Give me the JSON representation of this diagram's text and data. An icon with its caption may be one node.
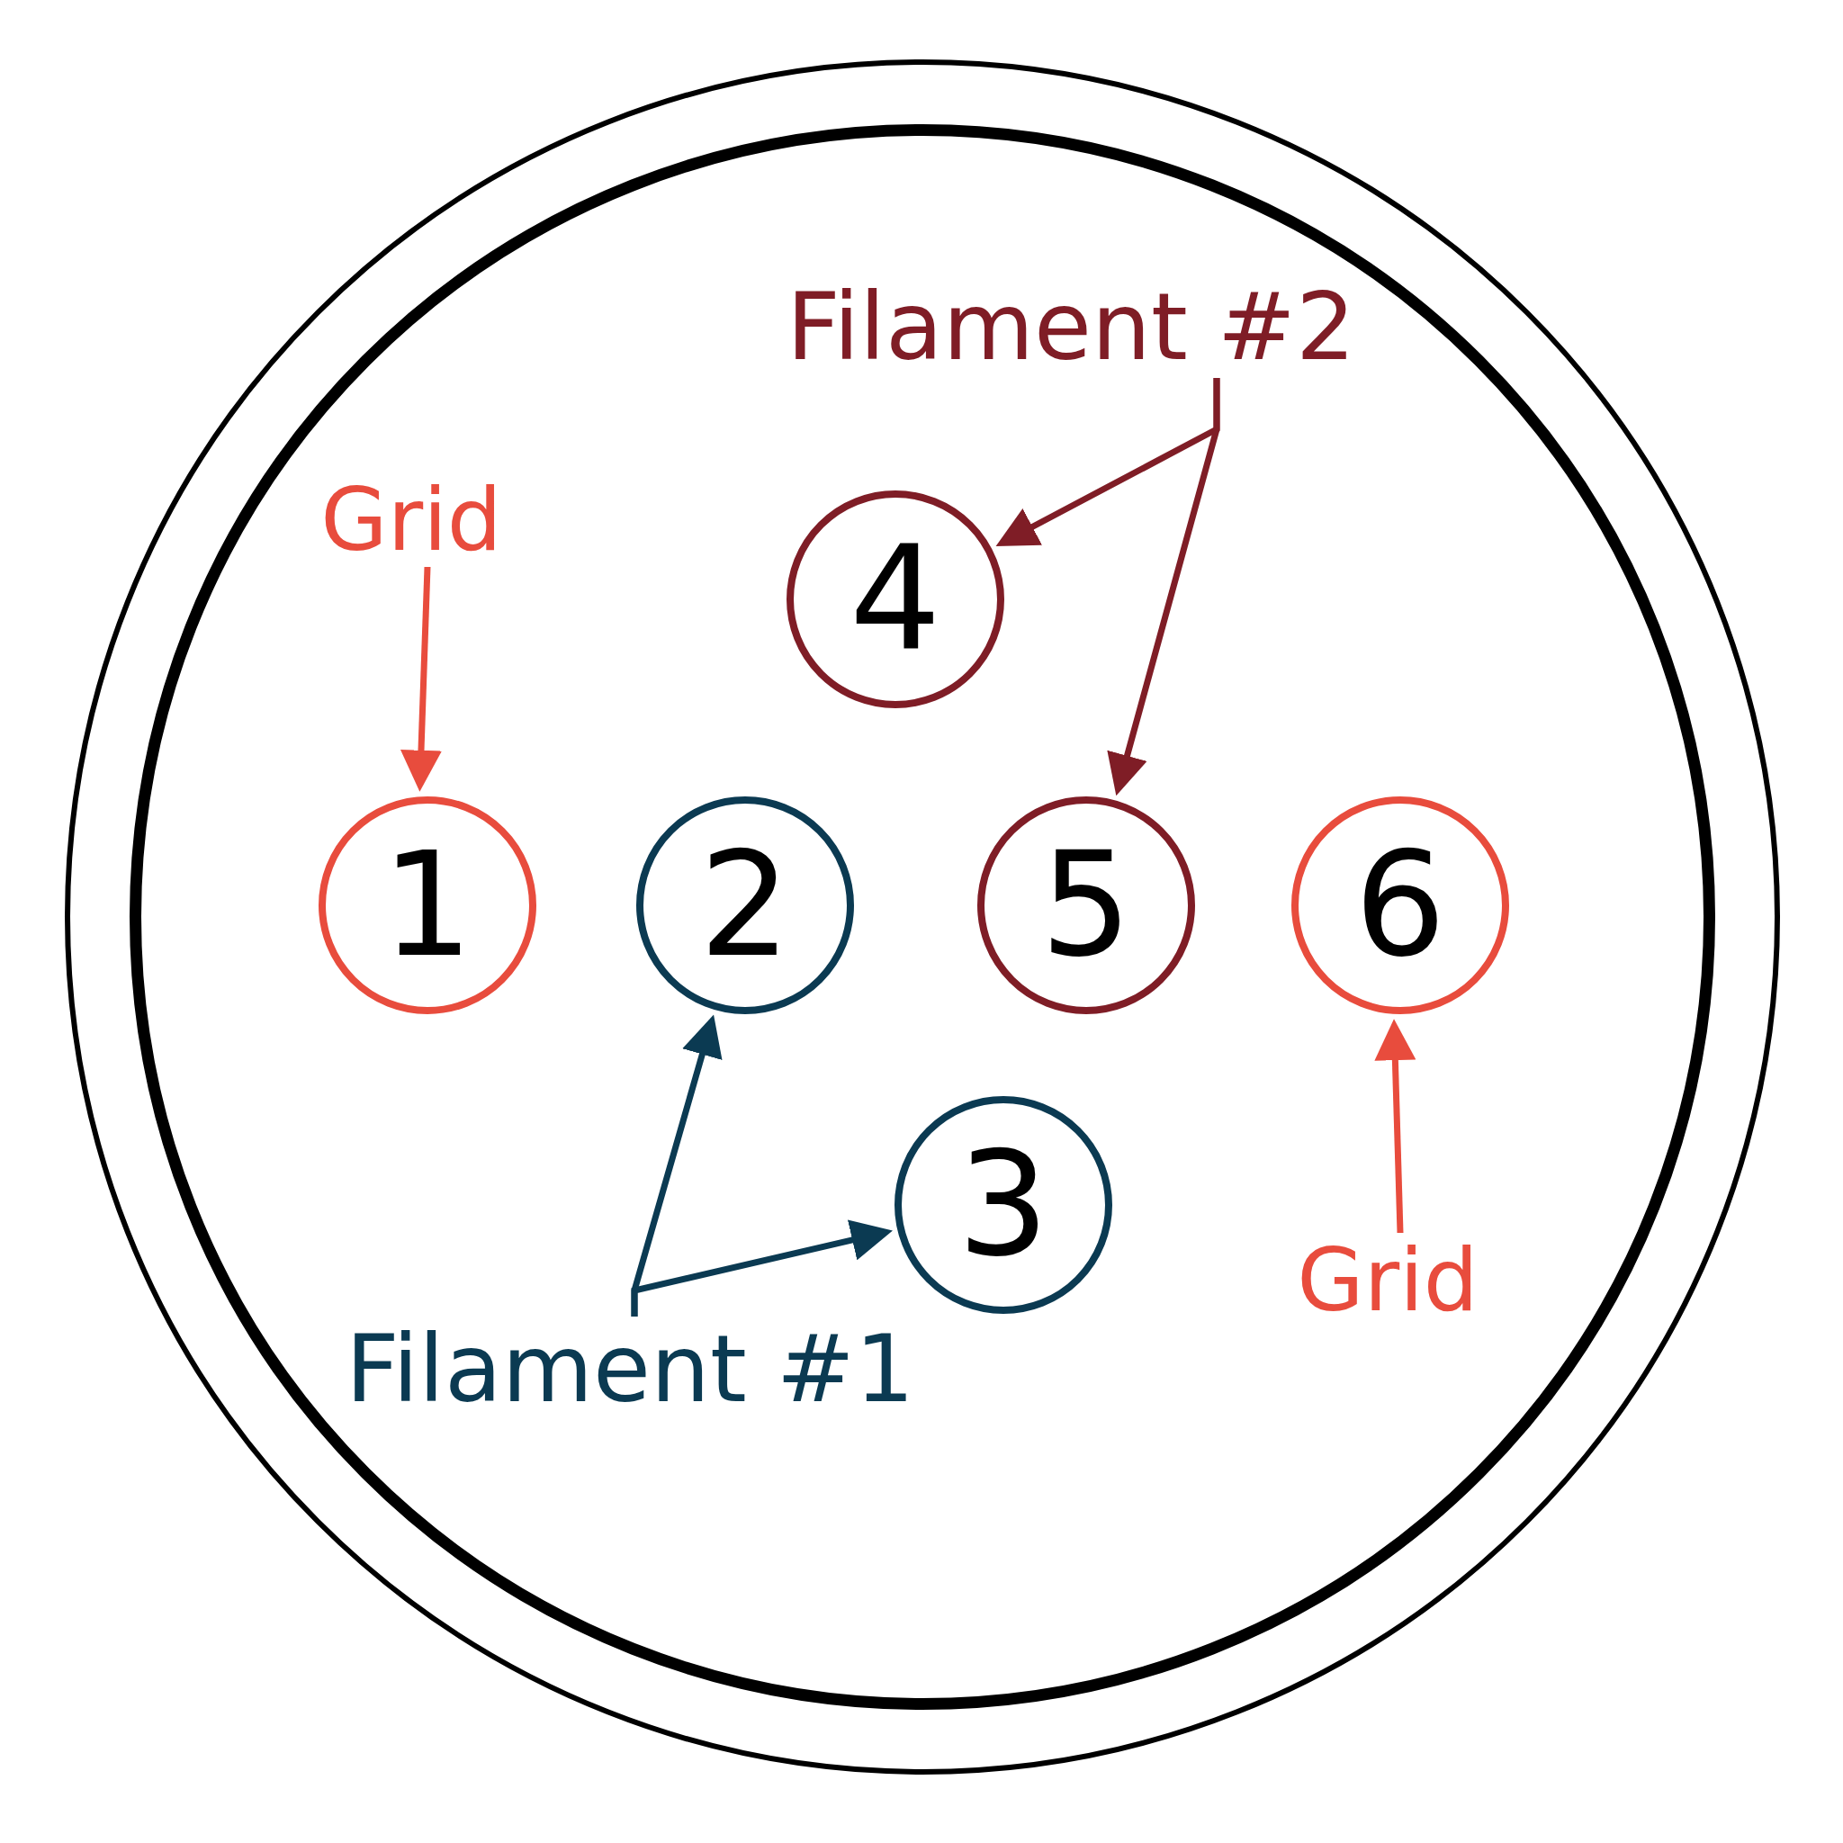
{
  "diagram": {
    "nodes": [
      {
        "text": [],
        "shape": "circle"
      },
      {
        "text": [],
        "shape": "circle",
        "in": 0
      },
      {
        "text": [
          "Filament #2"
        ],
        "in": 1
      },
      {
        "text": [
          "Grid"
        ],
        "in": 1
      },
      {
        "text": [
          "4"
        ],
        "in": 1
      },
      {
        "text": [
          "1"
        ],
        "in": 1
      },
      {
        "text": [
          "2"
        ],
        "in": 1
      },
      {
        "text": [
          "5"
        ],
        "in": 1
      },
      {
        "text": [
          "6"
        ],
        "in": 1
      },
      {
        "text": [
          "3"
        ],
        "in": 1
      },
      {
        "text": [
          "Grid"
        ],
        "in": 1
      },
      {
        "text": [
          "Filament #1"
        ],
        "in": 1
      }
    ],
    "edges": [
      {
        "from": 3,
        "to": 5,
        "arrow": "to",
        "color": "#e84c3d"
      },
      {
        "from": 2,
        "to": 4,
        "arrow": "to",
        "color": "#7f1d26"
      },
      {
        "from": 2,
        "to": 7,
        "arrow": "to",
        "color": "#7f1d26"
      },
      {
        "from": 11,
        "to": 6,
        "arrow": "to",
        "color": "#0b3a52"
      },
      {
        "from": 11,
        "to": 9,
        "arrow": "to",
        "color": "#0b3a52"
      },
      {
        "from": 10,
        "to": 8,
        "arrow": "to",
        "color": "#e84c3d"
      }
    ]
  }
}
